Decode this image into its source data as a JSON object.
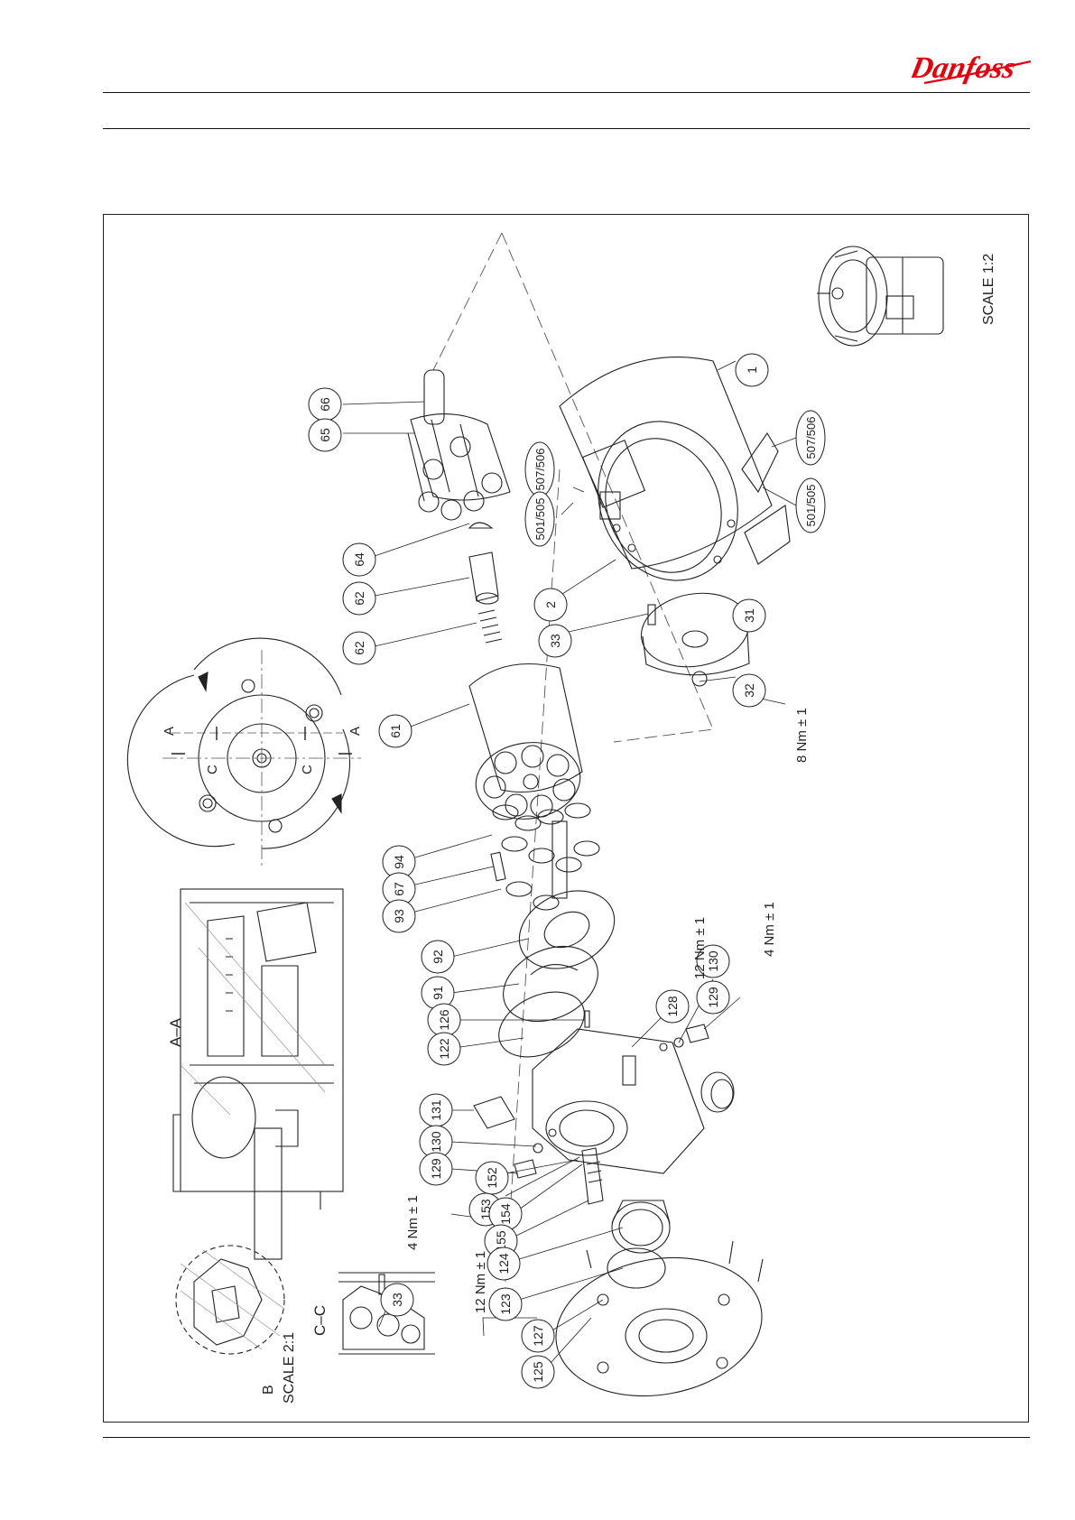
{
  "brand": {
    "name": "Danfoss",
    "color": "#e2000f"
  },
  "views": {
    "section_aa": "A–A",
    "section_cc": "C–C",
    "detail_b": "B",
    "detail_b_scale": "SCALE 2:1",
    "overview_scale": "SCALE 1:2",
    "cut_a": "A",
    "cut_c": "C"
  },
  "torques": {
    "t_32": "8 Nm ± 1",
    "t_128": "12 Nm ± 1",
    "t_129_right": "4 Nm ± 1",
    "t_129_left": "4 Nm ± 1",
    "t_127": "12 Nm ± 1"
  },
  "parts": [
    {
      "id": "p1",
      "label": "1"
    },
    {
      "id": "p507a",
      "label": "507/506"
    },
    {
      "id": "p507b",
      "label": "507/506"
    },
    {
      "id": "p501a",
      "label": "501/505"
    },
    {
      "id": "p501b",
      "label": "501/505"
    },
    {
      "id": "p2",
      "label": "2"
    },
    {
      "id": "p33",
      "label": "33"
    },
    {
      "id": "p31",
      "label": "31"
    },
    {
      "id": "p32",
      "label": "32"
    },
    {
      "id": "p66",
      "label": "66"
    },
    {
      "id": "p65",
      "label": "65"
    },
    {
      "id": "p64",
      "label": "64"
    },
    {
      "id": "p62a",
      "label": "62"
    },
    {
      "id": "p62b",
      "label": "62"
    },
    {
      "id": "p61",
      "label": "61"
    },
    {
      "id": "p94",
      "label": "94"
    },
    {
      "id": "p67",
      "label": "67"
    },
    {
      "id": "p93",
      "label": "93"
    },
    {
      "id": "p92",
      "label": "92"
    },
    {
      "id": "p91",
      "label": "91"
    },
    {
      "id": "p126",
      "label": "126"
    },
    {
      "id": "p122",
      "label": "122"
    },
    {
      "id": "p128",
      "label": "128"
    },
    {
      "id": "p130a",
      "label": "130"
    },
    {
      "id": "p129a",
      "label": "129"
    },
    {
      "id": "p131",
      "label": "131"
    },
    {
      "id": "p130b",
      "label": "130"
    },
    {
      "id": "p129b",
      "label": "129"
    },
    {
      "id": "p152",
      "label": "152"
    },
    {
      "id": "p153",
      "label": "153"
    },
    {
      "id": "p154",
      "label": "154"
    },
    {
      "id": "p155",
      "label": "155"
    },
    {
      "id": "p124",
      "label": "124"
    },
    {
      "id": "p123",
      "label": "123"
    },
    {
      "id": "p127",
      "label": "127"
    },
    {
      "id": "p125",
      "label": "125"
    },
    {
      "id": "p33b",
      "label": "33"
    }
  ]
}
